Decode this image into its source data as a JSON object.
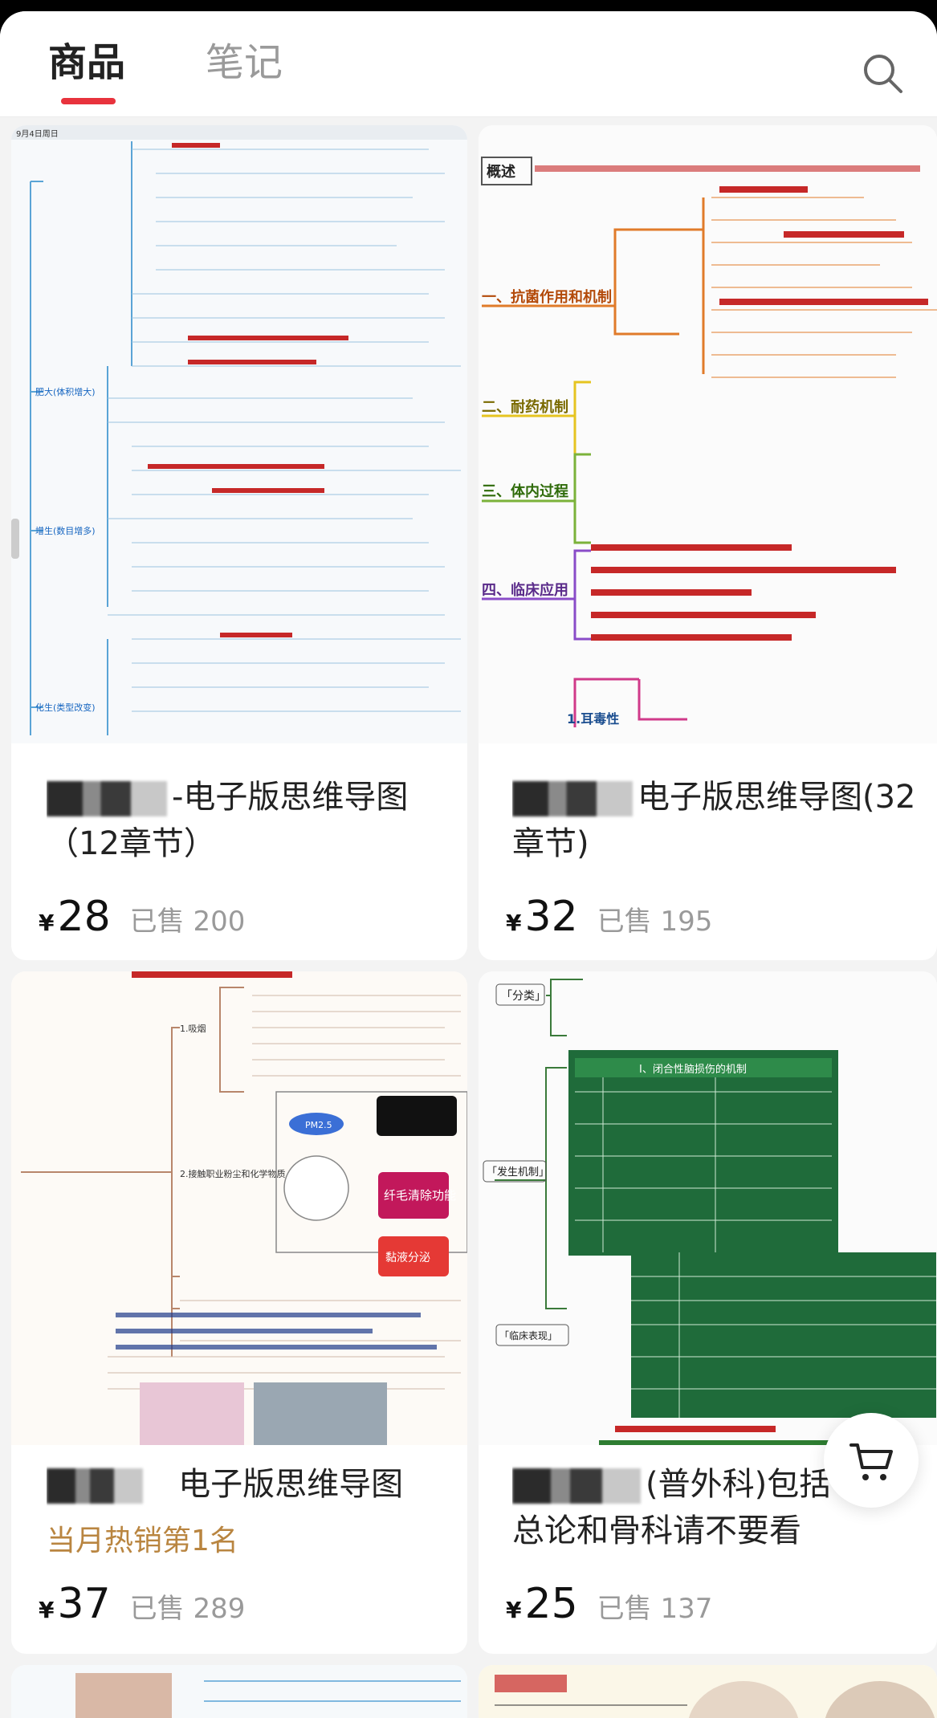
{
  "tabs": [
    {
      "label": "商品",
      "active": true
    },
    {
      "label": "笔记",
      "active": false
    }
  ],
  "products": [
    {
      "title_visible": "-电子版思维导图（12章节）",
      "badge": "",
      "currency": "¥",
      "price": "28",
      "sold": "已售 200",
      "thumb_texts": [
        "9月4日周日",
        "肥大(体积增大)",
        "增生(数目增多)",
        "化生(类型改变)"
      ]
    },
    {
      "title_visible": "电子版思维导图(32章节)",
      "badge": "",
      "currency": "¥",
      "price": "32",
      "sold": "已售 195",
      "thumb_texts": [
        "概述",
        "一、抗菌作用和机制",
        "二、耐药机制",
        "三、体内过程",
        "四、临床应用",
        "1.耳毒性"
      ]
    },
    {
      "title_visible": "电子版思维导图",
      "badge": "当月热销第1名",
      "currency": "¥",
      "price": "37",
      "sold": "已售 289",
      "thumb_texts": [
        "1.吸烟",
        "2.接触职业粉尘和化学物质",
        "纤毛清除功能",
        "黏液分泌",
        "PM2.5"
      ]
    },
    {
      "title_visible": "(普外科)包括总论和骨科请不要看",
      "badge": "",
      "currency": "¥",
      "price": "25",
      "sold": "已售 137",
      "thumb_texts": [
        "「分类」",
        "「发生机制」",
        "I、闭合性脑损伤的机制",
        "「临床表现」"
      ]
    }
  ],
  "colors": {
    "accent": "#e8333d",
    "hot_badge": "#b98540",
    "price_text": "#111111",
    "muted": "#9a9a9a"
  },
  "icons": {
    "search": "search-icon",
    "cart": "cart-icon"
  }
}
